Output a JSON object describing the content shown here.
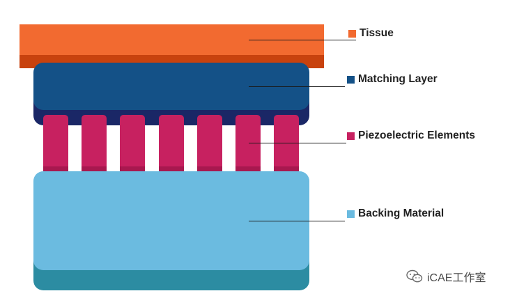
{
  "legend": {
    "tissue": {
      "label": "Tissue",
      "color": "#f26a30"
    },
    "matching": {
      "label": "Matching Layer",
      "color": "#145187"
    },
    "piezo": {
      "label": "Piezoelectric Elements",
      "color": "#c72160"
    },
    "backing": {
      "label": "Backing Material",
      "color": "#6bbbe0"
    }
  },
  "watermark": {
    "text": "iCAE工作室",
    "icon": "wechat-icon"
  }
}
